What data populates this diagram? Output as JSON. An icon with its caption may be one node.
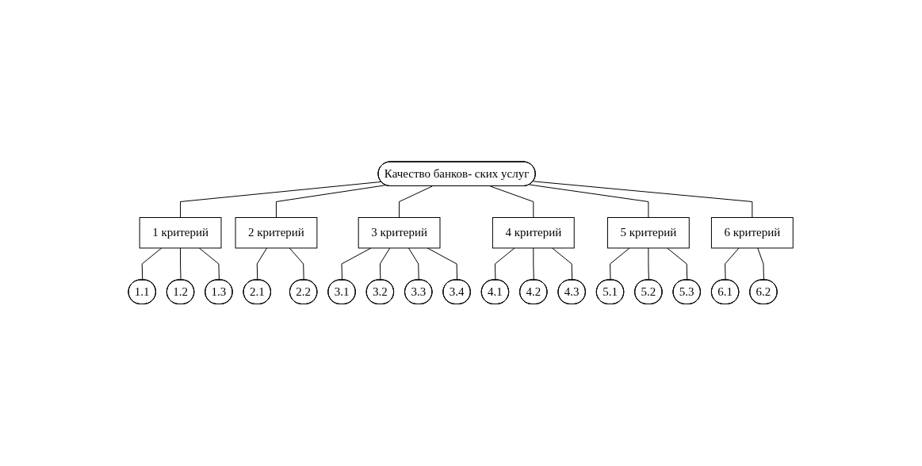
{
  "diagram": {
    "nodes": [
      {
        "text": [
          "Качество банков- ских услуг"
        ]
      },
      {
        "text": [
          "1 критерий"
        ]
      },
      {
        "text": [
          "2 критерий"
        ]
      },
      {
        "text": [
          "3 критерий"
        ]
      },
      {
        "text": [
          "4 критерий"
        ]
      },
      {
        "text": [
          "5 критерий"
        ]
      },
      {
        "text": [
          "6 критерий"
        ]
      },
      {
        "text": [
          "1.1"
        ]
      },
      {
        "text": [
          "1.2"
        ]
      },
      {
        "text": [
          "1.3"
        ]
      },
      {
        "text": [
          "2.1"
        ]
      },
      {
        "text": [
          "2.2"
        ]
      },
      {
        "text": [
          "3.1"
        ]
      },
      {
        "text": [
          "3.2"
        ]
      },
      {
        "text": [
          "3.3"
        ]
      },
      {
        "text": [
          "3.4"
        ]
      },
      {
        "text": [
          "4.1"
        ]
      },
      {
        "text": [
          "4.2"
        ]
      },
      {
        "text": [
          "4.3"
        ]
      },
      {
        "text": [
          "5.1"
        ]
      },
      {
        "text": [
          "5.2"
        ]
      },
      {
        "text": [
          "5.3"
        ]
      },
      {
        "text": [
          "6.1"
        ]
      },
      {
        "text": [
          "6.2"
        ]
      }
    ],
    "edges": [
      {
        "from": 0,
        "to": 1,
        "arrow": "none"
      },
      {
        "from": 0,
        "to": 2,
        "arrow": "none"
      },
      {
        "from": 0,
        "to": 3,
        "arrow": "none"
      },
      {
        "from": 0,
        "to": 4,
        "arrow": "none"
      },
      {
        "from": 0,
        "to": 5,
        "arrow": "none"
      },
      {
        "from": 0,
        "to": 6,
        "arrow": "none"
      },
      {
        "from": 1,
        "to": 7,
        "arrow": "none"
      },
      {
        "from": 1,
        "to": 8,
        "arrow": "none"
      },
      {
        "from": 1,
        "to": 9,
        "arrow": "none"
      },
      {
        "from": 2,
        "to": 10,
        "arrow": "none"
      },
      {
        "from": 2,
        "to": 11,
        "arrow": "none"
      },
      {
        "from": 3,
        "to": 12,
        "arrow": "none"
      },
      {
        "from": 3,
        "to": 13,
        "arrow": "none"
      },
      {
        "from": 3,
        "to": 14,
        "arrow": "none"
      },
      {
        "from": 3,
        "to": 15,
        "arrow": "none"
      },
      {
        "from": 4,
        "to": 16,
        "arrow": "none"
      },
      {
        "from": 4,
        "to": 17,
        "arrow": "none"
      },
      {
        "from": 4,
        "to": 18,
        "arrow": "none"
      },
      {
        "from": 5,
        "to": 19,
        "arrow": "none"
      },
      {
        "from": 5,
        "to": 20,
        "arrow": "none"
      },
      {
        "from": 5,
        "to": 21,
        "arrow": "none"
      },
      {
        "from": 6,
        "to": 22,
        "arrow": "none"
      },
      {
        "from": 6,
        "to": 23,
        "arrow": "none"
      }
    ]
  }
}
